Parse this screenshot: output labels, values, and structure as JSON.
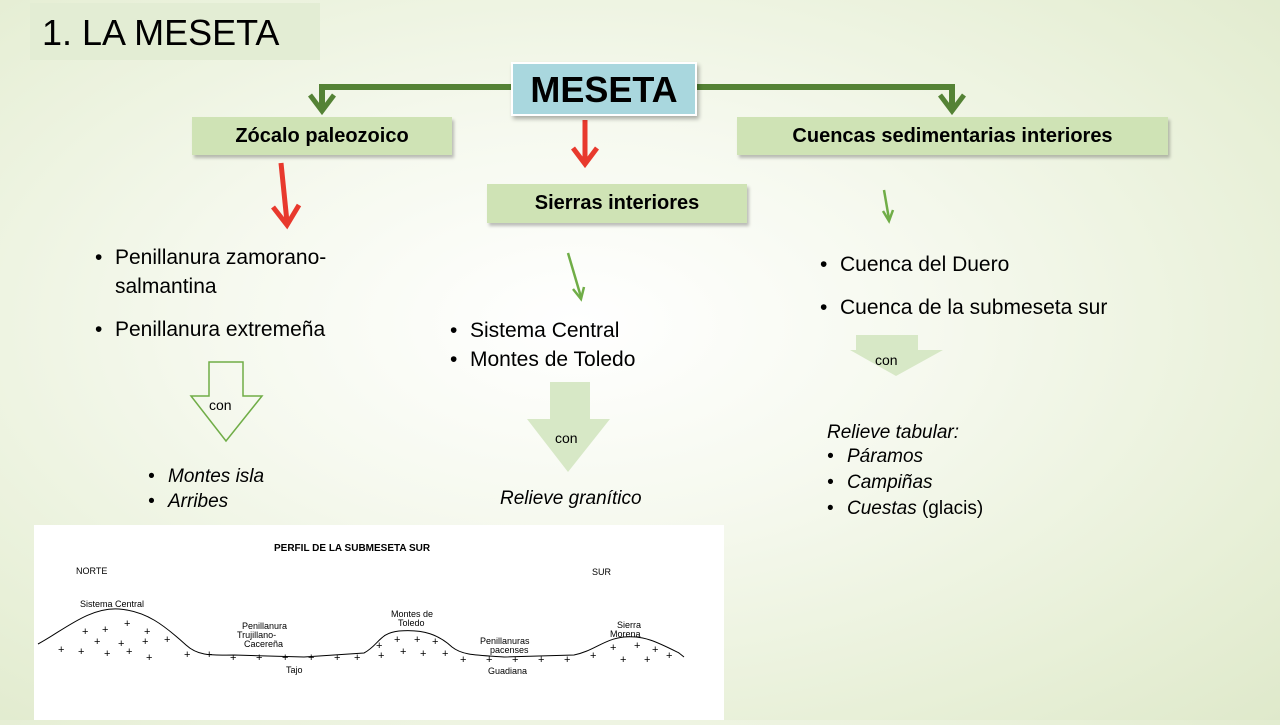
{
  "slide_title": "1. LA MESETA",
  "center": "MESETA",
  "branches": {
    "left": {
      "title": "Zócalo paleozoico",
      "items": [
        "Penillanura zamorano-\nsalmantina",
        "Penillanura extremeña"
      ],
      "connector": "con",
      "results": [
        "Montes isla",
        "Arribes"
      ]
    },
    "middle": {
      "title": "Sierras interiores",
      "items": [
        "Sistema Central",
        "Montes de Toledo"
      ],
      "connector": "con",
      "result": "Relieve granítico"
    },
    "right": {
      "title": "Cuencas sedimentarias interiores",
      "items": [
        "Cuenca del Duero",
        "Cuenca de la submeseta sur"
      ],
      "connector": "con",
      "result_heading": "Relieve tabular:",
      "results": [
        "Páramos",
        "Campiñas"
      ],
      "last_result_italic": "Cuestas",
      "last_result_plain": " (glacis)"
    }
  },
  "profile": {
    "title": "PERFIL DE LA SUBMESETA SUR",
    "norte": "NORTE",
    "sur": "SUR",
    "labels": {
      "sistema_central": "Sistema Central",
      "penillanura_1": "Penillanura",
      "penillanura_2": "Trujillano-",
      "penillanura_3": "Cacereña",
      "tajo": "Tajo",
      "montes_1": "Montes de",
      "montes_2": "Toledo",
      "pacenses_1": "Penillanuras",
      "pacenses_2": "pacenses",
      "guadiana": "Guadiana",
      "sierra_1": "Sierra",
      "sierra_2": "Morena"
    }
  },
  "colors": {
    "dark_green_arrow": "#548235",
    "red_arrow": "#e8392d",
    "light_green_arrow": "#70ad47",
    "box_green": "#cfe3b5",
    "center_box": "#a9d7de"
  }
}
